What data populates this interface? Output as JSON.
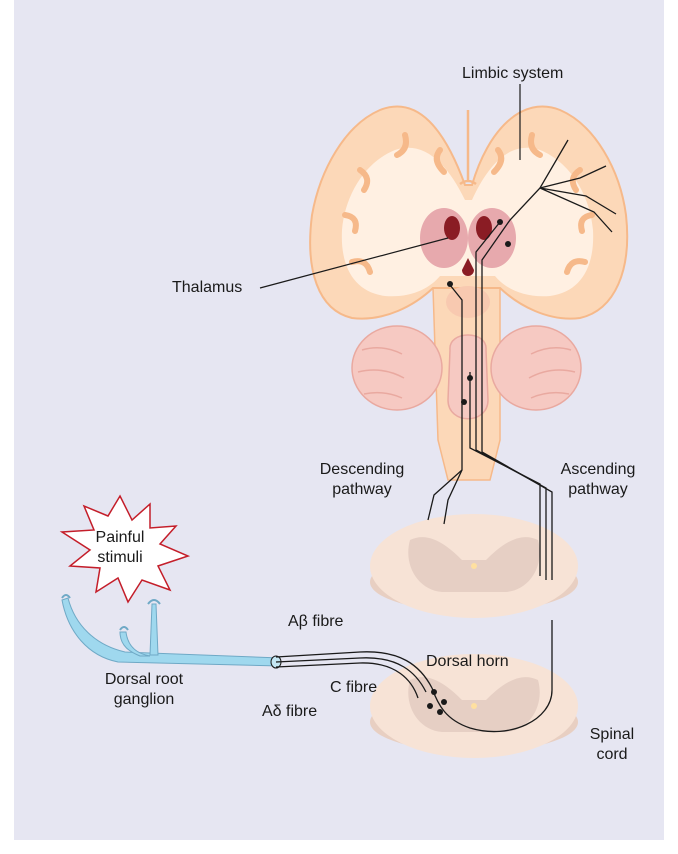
{
  "labels": {
    "limbic_system": "Limbic system",
    "thalamus": "Thalamus",
    "descending_pathway": [
      "Descending",
      "pathway"
    ],
    "ascending_pathway": [
      "Ascending",
      "pathway"
    ],
    "painful_stimuli": [
      "Painful",
      "stimuli"
    ],
    "a_beta_fibre": "Aβ fibre",
    "c_fibre": "C fibre",
    "a_delta_fibre": "Aδ fibre",
    "dorsal_horn": "Dorsal horn",
    "dorsal_root_ganglion": [
      "Dorsal root",
      "ganglion"
    ],
    "spinal_cord": [
      "Spinal",
      "cord"
    ]
  },
  "colors": {
    "background": "#e6e6f2",
    "brain_cortex": "#fcd8b8",
    "brain_outline": "#f6b98a",
    "white_matter": "#fff0e2",
    "thalamus": "#e7a9ad",
    "thalamus_dark": "#8a1c24",
    "spinal_outer": "#f7e3d6",
    "spinal_grey": "#e6cfc4",
    "nerve_fibre": "#9fd8ee",
    "pathway": "#1a1a1a"
  }
}
